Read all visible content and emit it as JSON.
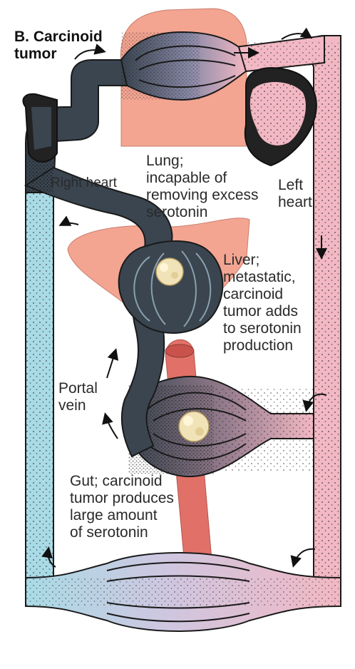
{
  "title": "B. Carcinoid\ntumor",
  "labels": {
    "lung": "Lung;\nincapable of\nremoving excess\nserotonin",
    "right_heart": "Right heart",
    "left_heart": "Left\nheart",
    "liver": "Liver;\nmetastatic,\ncarcinoid\ntumor adds\nto serotonin\nproduction",
    "portal_vein": "Portal\nvein",
    "gut": "Gut; carcinoid\ntumor produces\nlarge amount\nof serotonin"
  },
  "colors": {
    "venous_blue": "#a9dbe6",
    "arterial_pink": "#f2b8c3",
    "serotonin_dark": "#3a4550",
    "organ_salmon": "#f3a592",
    "heart_black": "#222222",
    "tumor_cream": "#f1e3b8",
    "outline": "#1a1a1a"
  },
  "icons": [
    "flow-arrow-icon"
  ]
}
